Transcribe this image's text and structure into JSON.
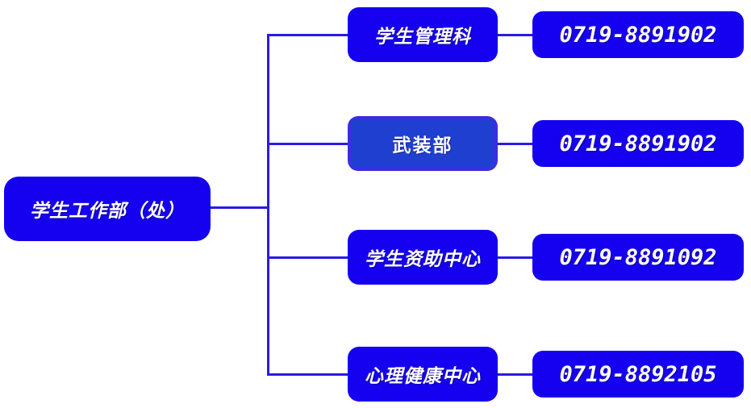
{
  "diagram": {
    "type": "organization-tree",
    "title_node": {
      "label": "学生工作部（处）"
    },
    "accent_color": "#1500f0",
    "line_color": "#2a1ae8",
    "highlight_color": "#3a2ee0",
    "text_color": "#ffffff",
    "branches": [
      {
        "label": "学生管理科",
        "phone": "0719-8891902",
        "style": "plain"
      },
      {
        "label": "武装部",
        "phone": "0719-8891902",
        "style": "framed"
      },
      {
        "label": "学生资助中心",
        "phone": "0719-8891092",
        "style": "plain"
      },
      {
        "label": "心理健康中心",
        "phone": "0719-8892105",
        "style": "plain"
      }
    ]
  }
}
